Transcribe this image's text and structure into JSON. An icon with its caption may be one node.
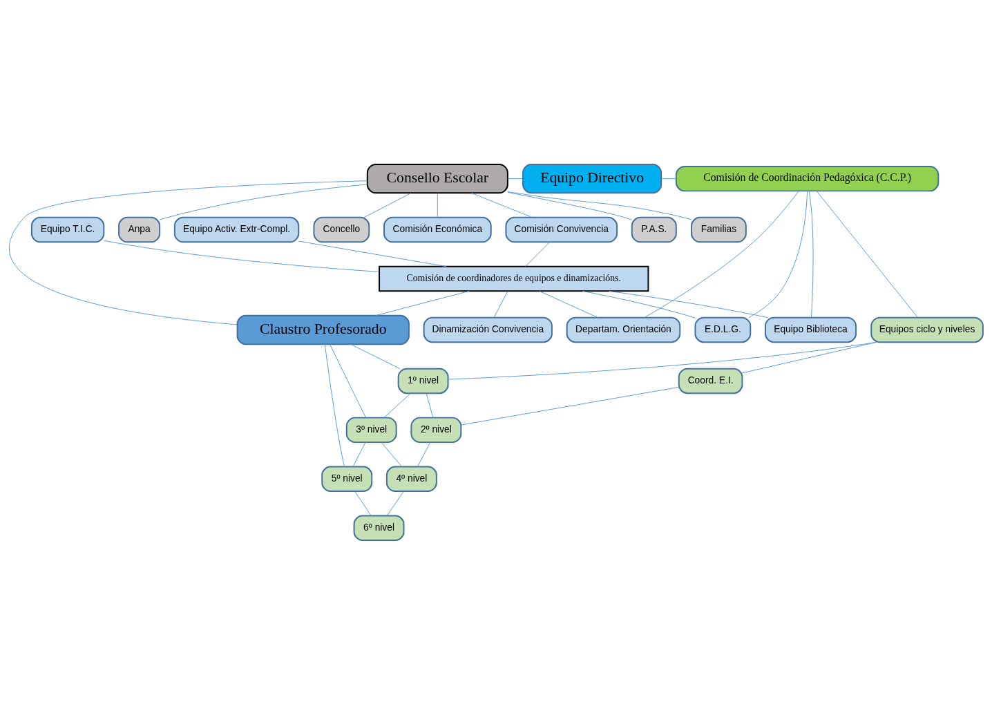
{
  "diagram": {
    "nodes": [
      {
        "text": [
          "Consello Escolar"
        ]
      },
      {
        "text": [
          "Equipo Directivo"
        ]
      },
      {
        "text": [
          "Comisión de Coordinación Pedagóxica (C.C.P.)"
        ]
      },
      {
        "text": [
          "Familias"
        ]
      },
      {
        "text": [
          "Anpa"
        ]
      },
      {
        "text": [
          "Concello"
        ]
      },
      {
        "text": [
          "P.A.S."
        ]
      },
      {
        "text": [
          "Comisión Convivencia"
        ]
      },
      {
        "text": [
          "Comisión de coordinadores de equipos e dinamizacións."
        ]
      },
      {
        "text": [
          "Departam. Orientación"
        ]
      },
      {
        "text": [
          "Equipo Activ. Extr-Compl."
        ]
      },
      {
        "text": [
          "E.D.L.G."
        ]
      },
      {
        "text": [
          "Equipos ciclo y niveles"
        ]
      },
      {
        "text": [
          "Equipo T.I.C."
        ]
      },
      {
        "text": [
          "Equipo Biblioteca"
        ]
      },
      {
        "text": [
          "Comisión Económica"
        ]
      },
      {
        "text": [
          "Dinamización Convivencia"
        ]
      },
      {
        "text": [
          "Coord. E.I."
        ]
      },
      {
        "text": [
          "1º nivel"
        ]
      },
      {
        "text": [
          "2º nivel"
        ]
      },
      {
        "text": [
          "Claustro Profesorado"
        ]
      },
      {
        "text": [
          "3º nivel"
        ]
      },
      {
        "text": [
          "4º nivel"
        ]
      },
      {
        "text": [
          "5º nivel"
        ]
      },
      {
        "text": [
          "6º nivel"
        ]
      }
    ],
    "edges": [
      {
        "from": 0,
        "to": 1,
        "arrow": "none"
      },
      {
        "from": 1,
        "to": 2,
        "arrow": "none"
      },
      {
        "from": 0,
        "to": 3,
        "arrow": "none"
      },
      {
        "from": 0,
        "to": 4,
        "arrow": "none"
      },
      {
        "from": 0,
        "to": 5,
        "arrow": "none"
      },
      {
        "from": 0,
        "to": 6,
        "arrow": "none"
      },
      {
        "from": 0,
        "to": 7,
        "arrow": "none"
      },
      {
        "from": 0,
        "to": 15,
        "arrow": "none"
      },
      {
        "from": 0,
        "to": 20,
        "arrow": "none"
      },
      {
        "from": 7,
        "to": 8,
        "arrow": "none"
      },
      {
        "from": 10,
        "to": 8,
        "arrow": "none"
      },
      {
        "from": 13,
        "to": 8,
        "arrow": "none"
      },
      {
        "from": 8,
        "to": 9,
        "arrow": "none"
      },
      {
        "from": 8,
        "to": 11,
        "arrow": "none"
      },
      {
        "from": 8,
        "to": 14,
        "arrow": "none"
      },
      {
        "from": 8,
        "to": 16,
        "arrow": "none"
      },
      {
        "from": 8,
        "to": 20,
        "arrow": "none"
      },
      {
        "from": 2,
        "to": 9,
        "arrow": "none"
      },
      {
        "from": 2,
        "to": 11,
        "arrow": "none"
      },
      {
        "from": 2,
        "to": 14,
        "arrow": "none"
      },
      {
        "from": 2,
        "to": 12,
        "arrow": "none"
      },
      {
        "from": 12,
        "to": 17,
        "arrow": "none"
      },
      {
        "from": 12,
        "to": 18,
        "arrow": "none"
      },
      {
        "from": 17,
        "to": 19,
        "arrow": "none"
      },
      {
        "from": 18,
        "to": 19,
        "arrow": "none"
      },
      {
        "from": 18,
        "to": 21,
        "arrow": "none"
      },
      {
        "from": 19,
        "to": 22,
        "arrow": "none"
      },
      {
        "from": 21,
        "to": 22,
        "arrow": "none"
      },
      {
        "from": 21,
        "to": 23,
        "arrow": "none"
      },
      {
        "from": 22,
        "to": 24,
        "arrow": "none"
      },
      {
        "from": 23,
        "to": 24,
        "arrow": "none"
      },
      {
        "from": 20,
        "to": 18,
        "arrow": "none"
      },
      {
        "from": 20,
        "to": 21,
        "arrow": "none"
      },
      {
        "from": 20,
        "to": 23,
        "arrow": "none"
      }
    ]
  }
}
